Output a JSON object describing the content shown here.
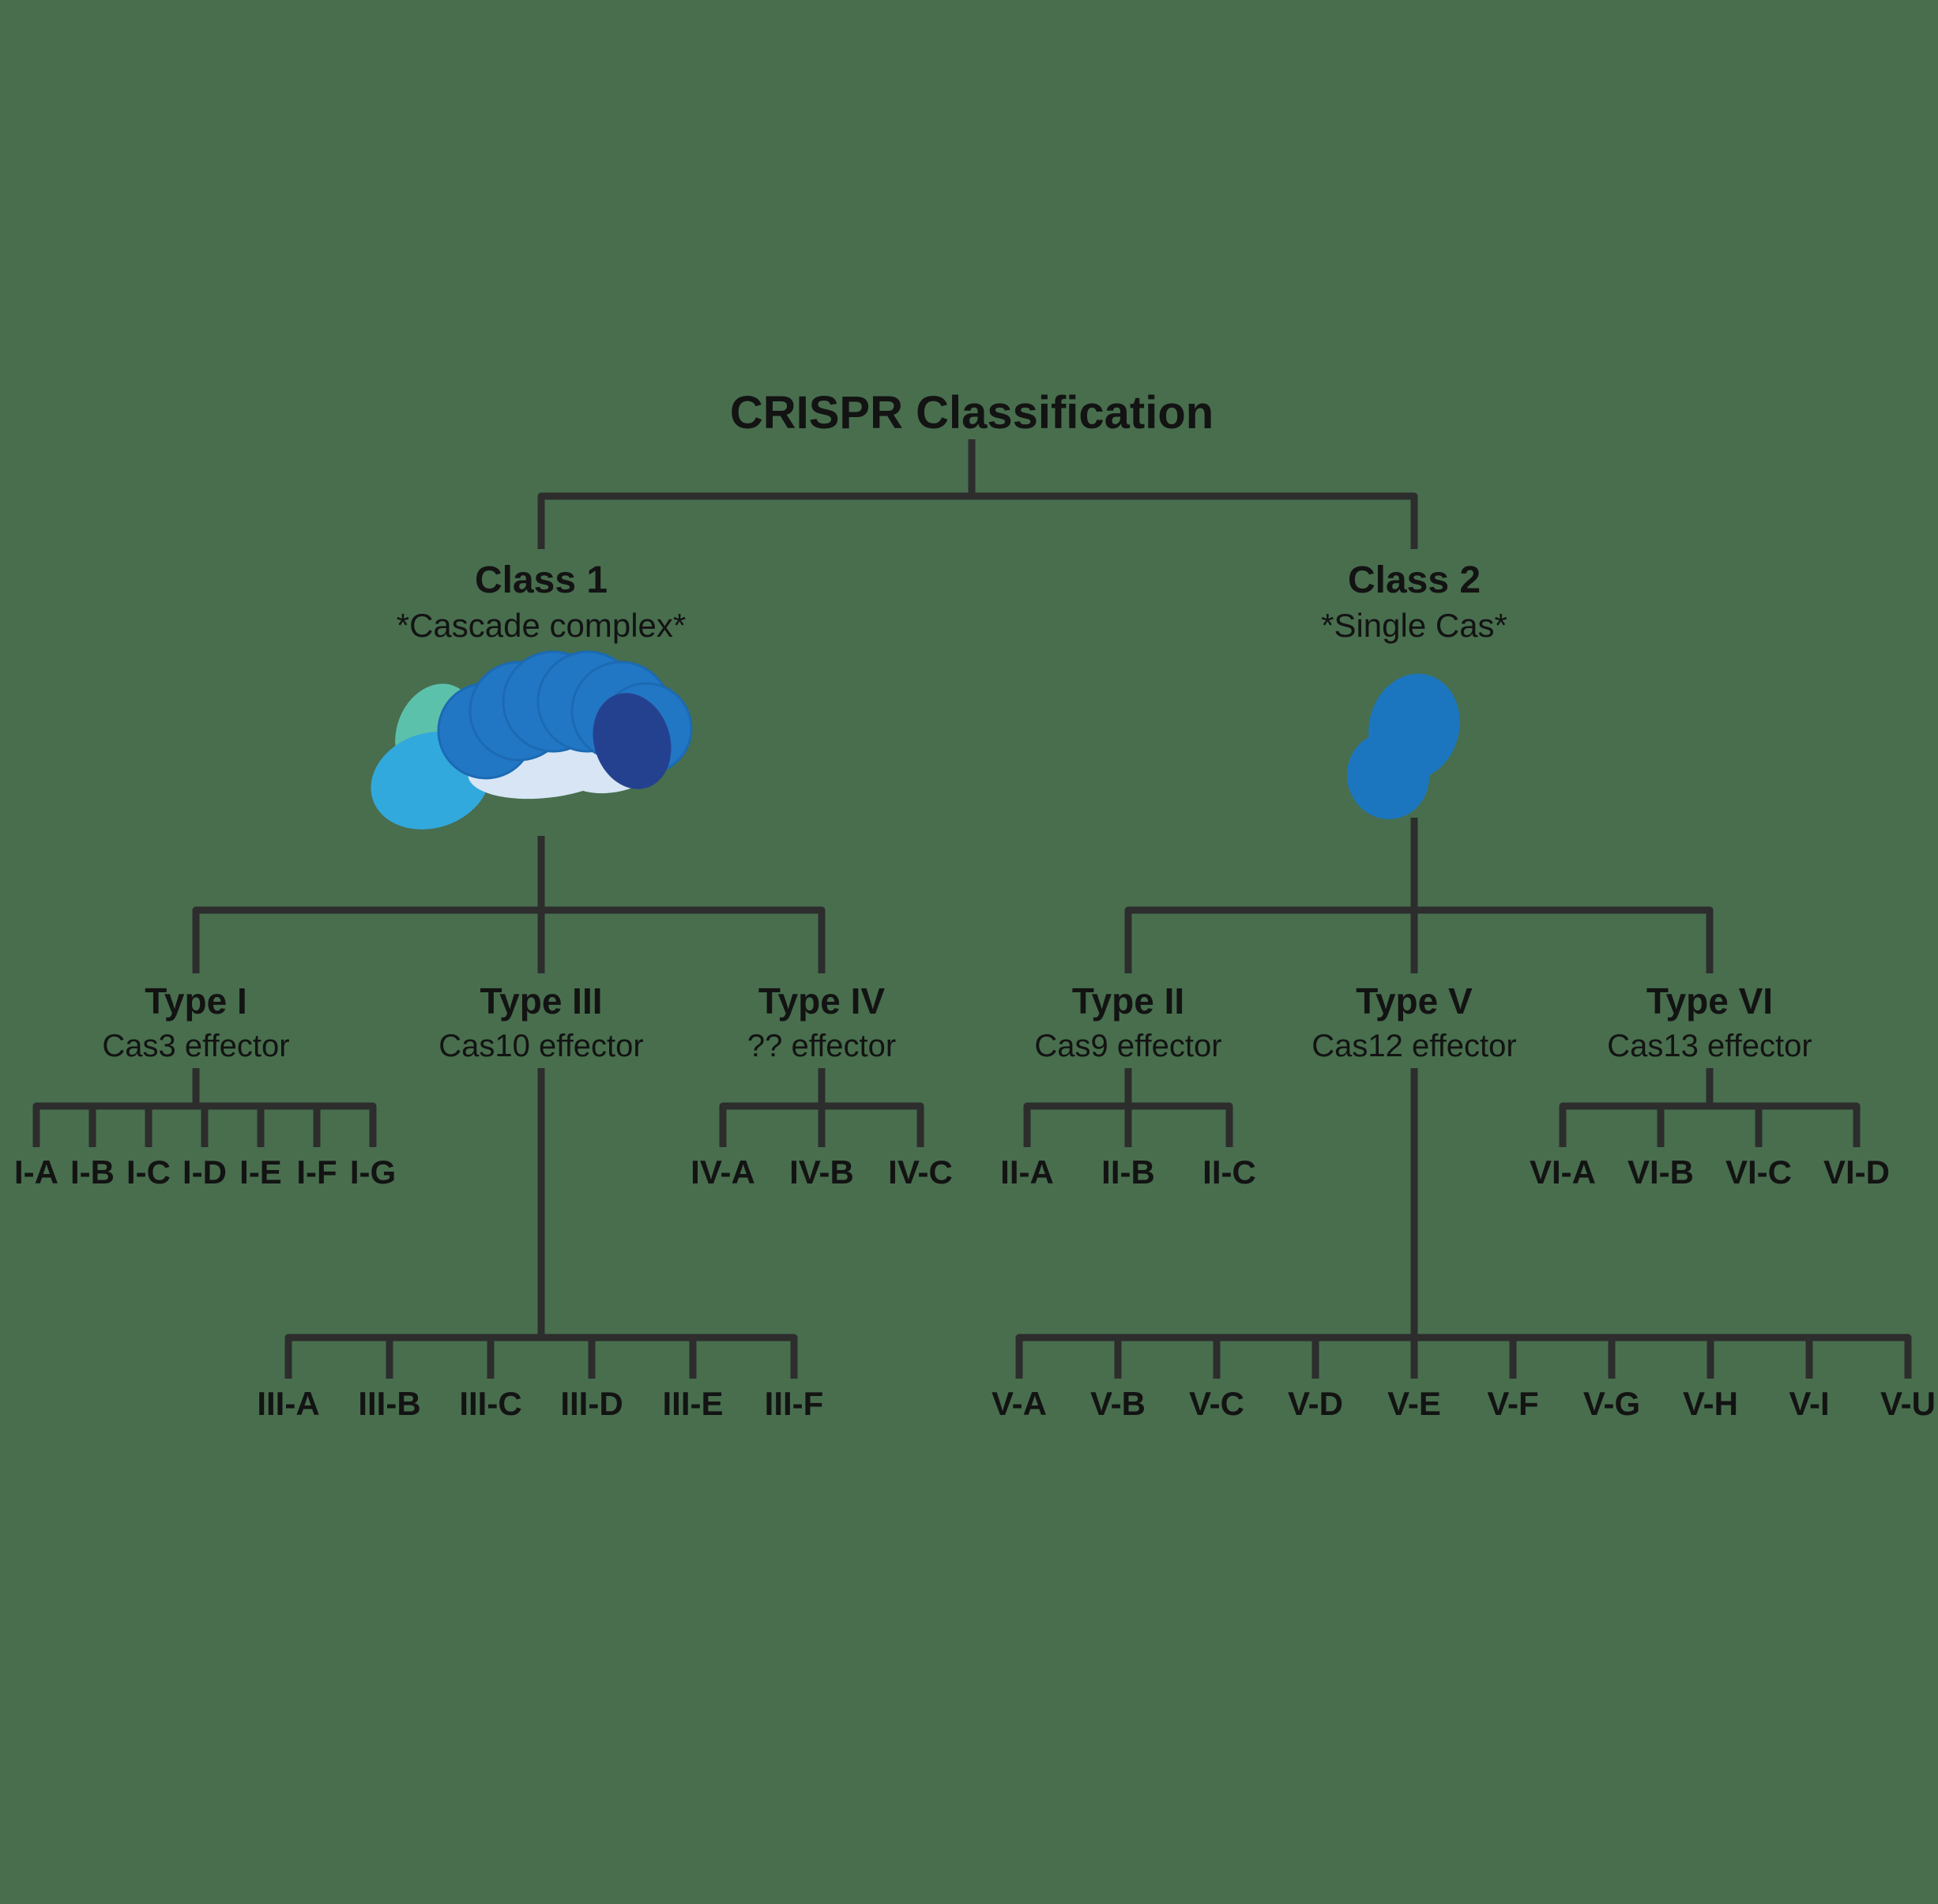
{
  "title": "CRISPR Classification",
  "colors": {
    "background": "#486E4E",
    "line": "#2D2D2D",
    "text": "#131313"
  },
  "icons": {
    "cascade_complex": {
      "teal": "#5CC1AA",
      "azure": "#31A9DD",
      "pale_blue": "#D7E5F5",
      "blue": "#2277C5",
      "blue_seam": "#1B6AB3",
      "navy": "#24418F"
    },
    "single_cas": {
      "blue": "#1C76BF"
    }
  },
  "classes": [
    {
      "label": "Class 1",
      "subtitle": "*Cascade complex*",
      "icon": "cascade-complex-icon",
      "types": [
        {
          "label": "Type I",
          "effector": "Cas3 effector",
          "subtypes": [
            "I-A",
            "I-B",
            "I-C",
            "I-D",
            "I-E",
            "I-F",
            "I-G"
          ]
        },
        {
          "label": "Type III",
          "effector": "Cas10 effector",
          "subtypes": [
            "III-A",
            "III-B",
            "III-C",
            "III-D",
            "III-E",
            "III-F"
          ]
        },
        {
          "label": "Type IV",
          "effector": "?? effector",
          "subtypes": [
            "IV-A",
            "IV-B",
            "IV-C"
          ]
        }
      ]
    },
    {
      "label": "Class 2",
      "subtitle": "*Single Cas*",
      "icon": "single-cas-icon",
      "types": [
        {
          "label": "Type II",
          "effector": "Cas9 effector",
          "subtypes": [
            "II-A",
            "II-B",
            "II-C"
          ]
        },
        {
          "label": "Type V",
          "effector": "Cas12 effector",
          "subtypes": [
            "V-A",
            "V-B",
            "V-C",
            "V-D",
            "V-E",
            "V-F",
            "V-G",
            "V-H",
            "V-I",
            "V-U"
          ]
        },
        {
          "label": "Type VI",
          "effector": "Cas13 effector",
          "subtypes": [
            "VI-A",
            "VI-B",
            "VI-C",
            "VI-D"
          ]
        }
      ]
    }
  ]
}
